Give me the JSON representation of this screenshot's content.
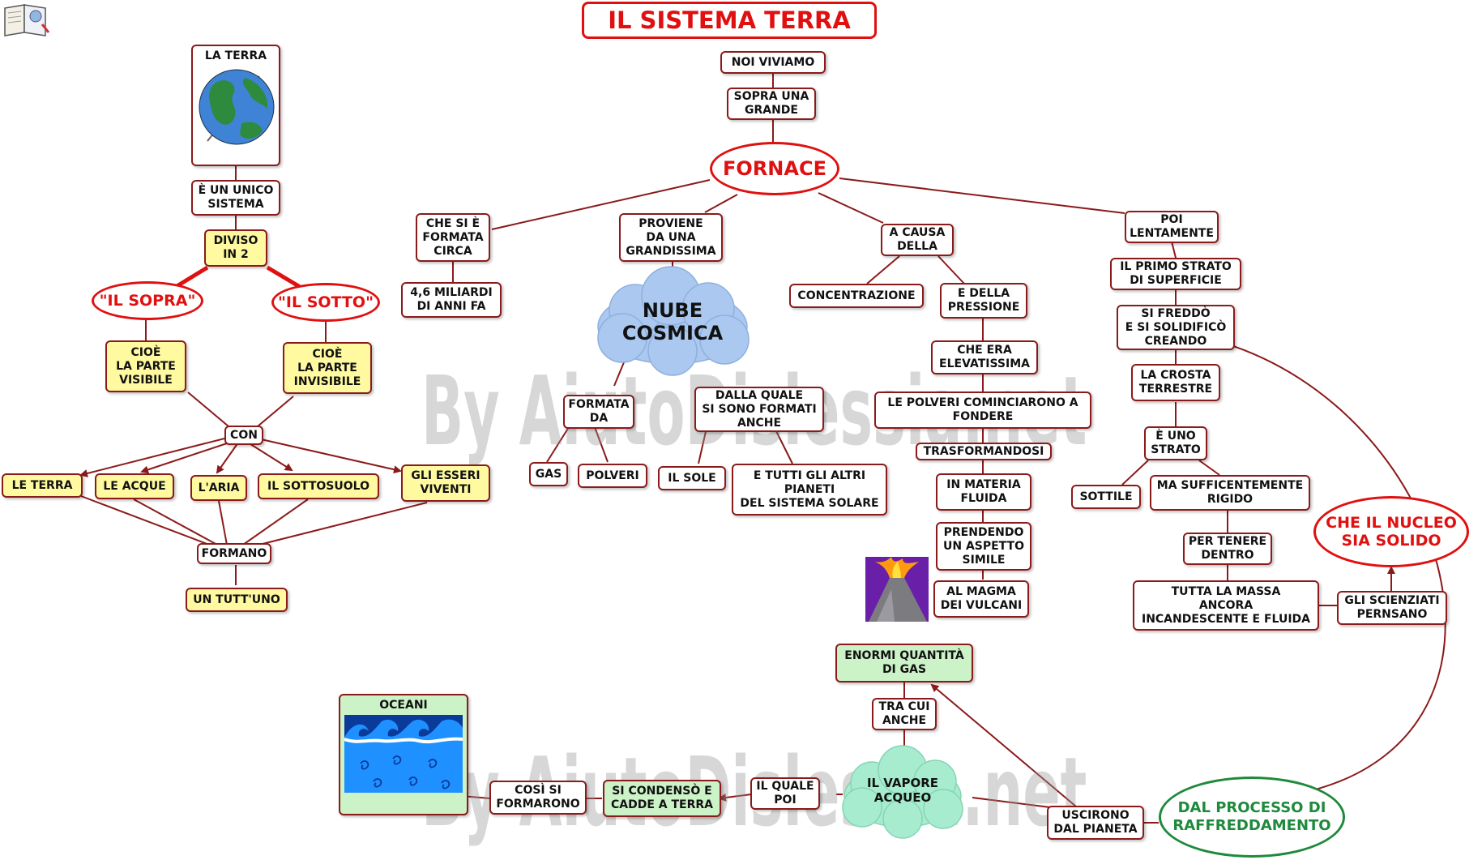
{
  "title": "IL SISTEMA TERRA",
  "watermark": "By AiutoDislessia.net",
  "icons": {
    "book_icon": "book-icon",
    "globe": "globe-image",
    "volcano": "volcano-image",
    "ocean": "ocean-waves-image"
  },
  "colors": {
    "node_border": "#8b1a1a",
    "highlight_red": "#e01010",
    "yellow_fill": "#fffaa0",
    "green_fill": "#ccf2c8",
    "green_outline": "#1e8a3c",
    "cloud_blue": "#aac8f0",
    "cloud_green": "#a8ecd0"
  },
  "left": {
    "la_terra": "LA TERRA",
    "e_un_unico_sistema": "È UN UNICO\nSISTEMA",
    "diviso_in_2": "DIVISO\nIN 2",
    "il_sopra": "\"IL SOPRA\"",
    "il_sotto": "\"IL SOTTO\"",
    "cioe_visibile": "CIOÈ\nLA PARTE\nVISIBILE",
    "cioe_invisibile": "CIOÈ\nLA PARTE\nINVISIBILE",
    "con": "CON",
    "le_terra": "LE TERRA",
    "le_acque": "LE ACQUE",
    "l_aria": "L'ARIA",
    "il_sottosuolo": "IL SOTTOSUOLO",
    "gli_esseri_viventi": "GLI ESSERI\nVIVENTI",
    "formano": "FORMANO",
    "un_tutt_uno": "UN TUTT'UNO"
  },
  "center": {
    "noi_viviamo": "NOI VIVIAMO",
    "sopra_una_grande": "SOPRA UNA\nGRANDE",
    "fornace": "FORNACE",
    "che_si_e_formata_circa": "CHE SI È\nFORMATA\nCIRCA",
    "miliardi": "4,6 MILIARDI\nDI ANNI FA",
    "proviene": "PROVIENE\nDA UNA\nGRANDISSIMA",
    "nube_cosmica": "NUBE\nCOSMICA",
    "formata_da": "FORMATA\nDA",
    "gas": "GAS",
    "polveri": "POLVERI",
    "dalla_quale": "DALLA QUALE\nSI SONO FORMATI\nANCHE",
    "il_sole": "IL SOLE",
    "altri_pianeti": "E TUTTI GLI ALTRI\nPIANETI\nDEL SISTEMA SOLARE",
    "a_causa_della": "A CAUSA\nDELLA",
    "concentrazione": "CONCENTRAZIONE",
    "della_pressione": "E  DELLA\nPRESSIONE",
    "che_era_elevatissima": "CHE ERA\nELEVATISSIMA",
    "le_polveri": "LE POLVERI COMINCIARONO A\nFONDERE",
    "trasformandosi": "TRASFORMANDOSI",
    "in_materia_fluida": "IN MATERIA\nFLUIDA",
    "prendendo": "PRENDENDO\nUN ASPETTO\nSIMILE",
    "al_magma": "AL MAGMA\nDEI VULCANI"
  },
  "right": {
    "poi_lentamente": "POI\nLENTAMENTE",
    "il_primo_strato": "IL PRIMO STRATO\nDI SUPERFICIE",
    "si_freddo": "SI FREDDÒ\nE SI SOLIDIFICÒ\nCREANDO",
    "la_crosta": "LA CROSTA\nTERRESTRE",
    "e_uno_strato": "È UNO\nSTRATO",
    "sottile": "SOTTILE",
    "ma_sufficientemente": "MA SUFFICENTEMENTE\nRIGIDO",
    "per_tenere_dentro": "PER TENERE\nDENTRO",
    "tutta_la_massa": "TUTTA LA MASSA\nANCORA\nINCANDESCENTE E FLUIDA",
    "gli_scienziati": "GLI SCIENZIATI\nPERNSANO",
    "che_il_nucleo": "CHE IL NUCLEO\nSIA SOLIDO"
  },
  "bottom": {
    "enormi_quantita": "ENORMI QUANTITÀ\nDI GAS",
    "tra_cui_anche": "TRA CUI\nANCHE",
    "il_vapore_acqueo": "IL VAPORE\nACQUEO",
    "il_quale_poi": "IL QUALE\nPOI",
    "si_condenso": "SI CONDENSÒ E\nCADDE A TERRA",
    "cosi_si_formarono": "COSÌ SI\nFORMARONO",
    "oceani": "OCEANI",
    "uscirono": "USCIRONO\nDAL PIANETA",
    "dal_processo": "DAL PROCESSO DI\nRAFFREDDAMENTO"
  }
}
